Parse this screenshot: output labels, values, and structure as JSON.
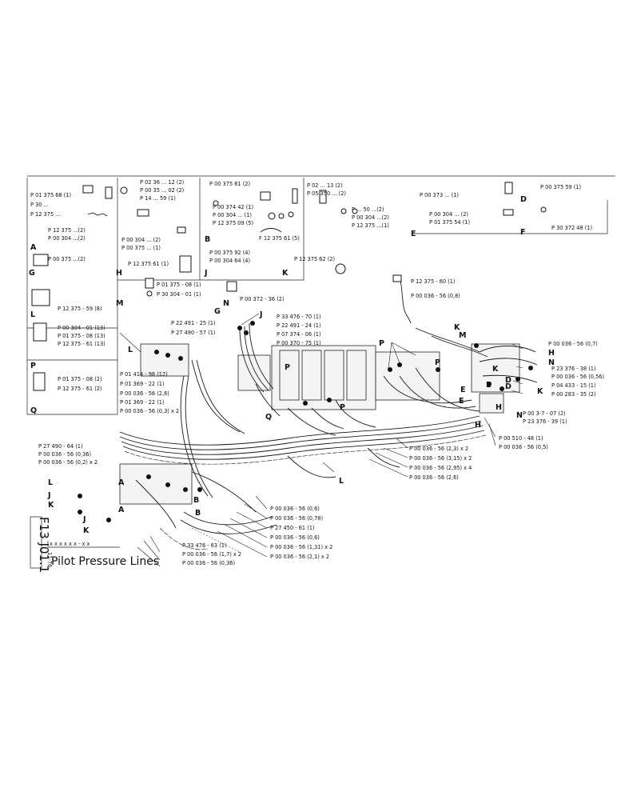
{
  "document": {
    "title": "Pilot Pressure Lines",
    "sheet_code": "F13 J01.1",
    "revision": "11-76",
    "drawing_number": "x x x x x x - x x"
  },
  "top_left_group": {
    "labels": [
      "P 01 375 68 (1)",
      "P 30 ...",
      "P 12 375 ..."
    ],
    "lower_labels": [
      "P 12 375 ...(2)",
      "P 00 304 ...(2)"
    ]
  },
  "top_group_2": {
    "labels": [
      "P 02 36 ... 12 (2)",
      "P 00 35 ... 02 (2)",
      "P 14 ... 59 (1)"
    ]
  },
  "top_group_3": {
    "labels": [
      "P 00 375 61 (2)",
      "P 00 374 42 (1)",
      "P 00 304 ... (1)",
      "P 12 375 09 (5)"
    ]
  },
  "top_group_4": {
    "labels": [
      "P 02 ... 13 (2)",
      "P 05 350 ... (2)",
      "P ... 50 ...(2)",
      "P 00 304 ...(2)",
      "P 12 375 ...(1)"
    ]
  },
  "top_right_group": {
    "labels": [
      "P 00 373 ... (1)",
      "P 00 304 ... (2)",
      "P 01 375 54 (1)",
      "P 00 375 59 (1)",
      "P 30 372 48 (1)"
    ]
  },
  "section_letters": [
    "A",
    "G",
    "H",
    "B",
    "J",
    "K",
    "D",
    "E",
    "F",
    "L",
    "M",
    "N",
    "P",
    "Q"
  ],
  "mid_left_group": {
    "labels": [
      "P 00 375 ...(2)",
      "P 00 304 ... (2)",
      "P 00 375 ... (1)",
      "P 12 375 61 (1)",
      "P 00 375 92 (4)",
      "P 00 304 64 (4)",
      "P 12 375 62 (2)",
      "F 12 375 61 (5)"
    ]
  },
  "upper_parts": {
    "labels": [
      "P 01 375 - 08 (1)",
      "P 30 304 - 01 (1)",
      "P 00 372 - 36 (2)",
      "P 12 375 - 60 (1)",
      "P 00 036 - 56 (0,8)",
      "P 12 375 - 59 (8)"
    ]
  },
  "left_fittings": {
    "labels": [
      "P 00 304 - 01 (13)",
      "P 01 375 - 08 (13)",
      "P 12 375 - 61 (13)",
      "P 01 375 - 08 (2)",
      "P 12 375 - 61 (2)"
    ]
  },
  "block_L": {
    "labels": [
      "P 01 414 - 98 (12)",
      "P 01 369 - 22 (1)",
      "P 00 036 - 56 (2,6)",
      "P 01 369 - 22 (1)",
      "P 00 036 - 56 (0,3) x 2"
    ]
  },
  "block_G": {
    "labels": [
      "P 22 491 - 25 (1)",
      "P 27 490 - 57 (1)",
      "P 33 476 - 70 (1)",
      "P 22 491 - 24 (1)",
      "P 07 374 - 06 (1)",
      "P 00 370 - 75 (1)"
    ]
  },
  "right_block": {
    "labels": [
      "P 00 036 - 56 (0,7)",
      "P 23 376 - 38 (1)",
      "P 00 036 - 56 (0,56)",
      "P 04 433 - 15 (1)",
      "P 00 283 - 35 (2)",
      "P 00 3-7 - 07 (2)",
      "P 23 376 - 39 (1)",
      "P 00 510 - 48 (1)",
      "P 00 036 - 56 (0,5)"
    ]
  },
  "hose_lengths": {
    "labels": [
      "P 00 036 - 56 (2,3) x 2",
      "P 00 036 - 56 (3,15) x 2",
      "P 00 036 - 56 (2,95) x 4",
      "P 00 036 - 56 (2,6)"
    ]
  },
  "bottom_left_group": {
    "labels": [
      "P 27 490 - 64 (1)",
      "P 00 036 - 56 (0,36)",
      "P 00 036 - 56 (0,2) x 2"
    ]
  },
  "bottom_center": {
    "labels": [
      "P 00 036 - 56 (0,6)",
      "P 00 036 - 56 (0,78)",
      "P 27 450 - 61 (1)",
      "P 00 036 - 56 (0,6)",
      "P 00 036 - 56 (1,31) x 2",
      "P 00 036 - 56 (2,1) x 2",
      "P 33 476 - 63 (1)",
      "P 00 036 - 56 (1,7) x 2",
      "P 00 036 - 56 (0,36)"
    ]
  }
}
